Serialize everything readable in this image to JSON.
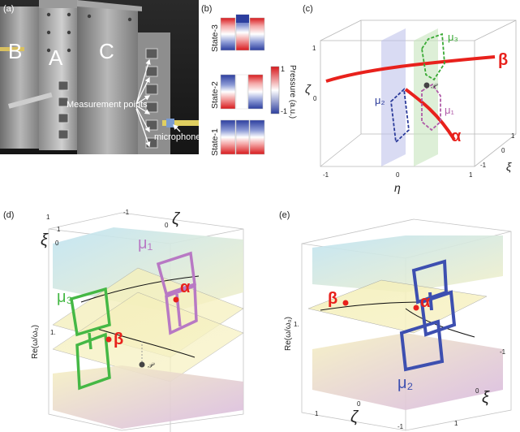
{
  "panels": {
    "a": {
      "label": "(a)",
      "modules": [
        "B",
        "A",
        "C"
      ],
      "annotations": [
        "Measurement points",
        "microphone"
      ]
    },
    "b": {
      "label": "(b)",
      "states": [
        "State-3",
        "State-2",
        "State-1"
      ],
      "colorbar": {
        "title": "Pressure (a.u.)",
        "max": "1",
        "min": "-1",
        "colors": {
          "high": "#d7191c",
          "mid": "#ffffff",
          "low": "#2c3e9e"
        }
      }
    },
    "c": {
      "label": "(c)",
      "axes": {
        "zeta": "ζ",
        "eta": "η",
        "xi": "ξ"
      },
      "ticks": {
        "zeta_top": "1",
        "zeta_mid": "0",
        "eta_neg": "-1",
        "eta_zero": "0",
        "eta_pos": "1",
        "xi_neg": "-1",
        "xi_zero": "0",
        "xi_pos": "1"
      },
      "markers": {
        "alpha": "α",
        "beta": "β",
        "mu1": "μ₁",
        "mu2": "μ₂",
        "mu3": "μ₃",
        "p": "𝒫"
      },
      "colors": {
        "lines": "#e8211c",
        "mu1": "#b05ba8",
        "mu2": "#2b3b9a",
        "mu3": "#3aaa35"
      }
    },
    "d": {
      "label": "(d)",
      "axes": {
        "zeta": "ζ",
        "xi": "ξ",
        "re": "Re(ω/ω₀)"
      },
      "ticks": {
        "top_1": "1",
        "top_neg1": "-1",
        "top_0": "0",
        "xi_1": "1",
        "xi_0": "0",
        "re_1": "1."
      },
      "markers": {
        "alpha": "α",
        "beta": "β",
        "mu1": "μ₁",
        "mu3": "μ₃",
        "p": "𝒫"
      }
    },
    "e": {
      "label": "(e)",
      "axes": {
        "zeta": "ζ",
        "xi": "ξ",
        "re": "Re(ω/ω₀)"
      },
      "ticks": {
        "re_1": "1.",
        "zeta_1": "1",
        "zeta_0": "0",
        "zeta_neg1": "-1",
        "xi_neg1": "-1",
        "xi_0": "0",
        "xi_1": "1"
      },
      "markers": {
        "alpha": "α",
        "beta": "β",
        "mu2": "μ₂"
      }
    }
  }
}
